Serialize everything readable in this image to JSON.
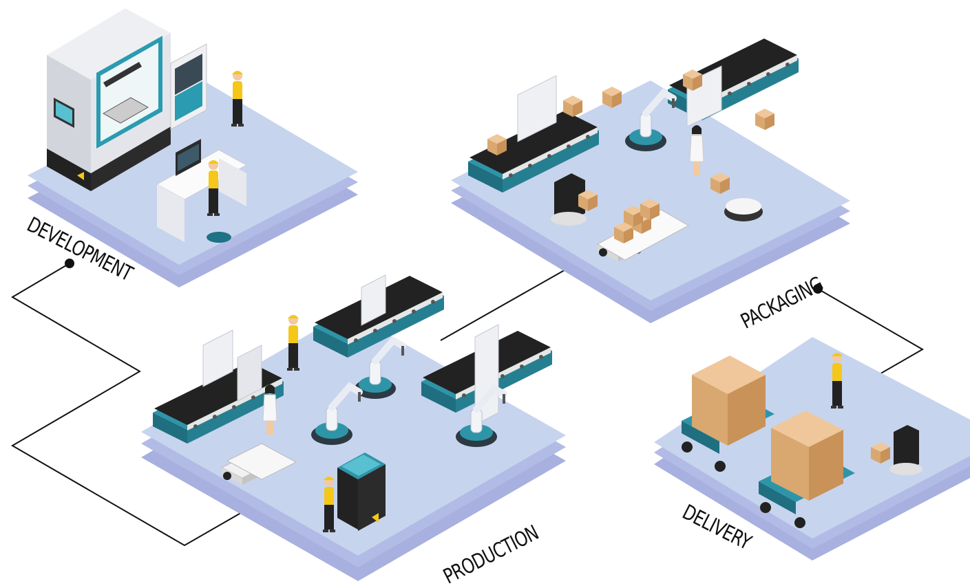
{
  "stages": {
    "development": {
      "label": "DEVELOPMENT"
    },
    "packaging": {
      "label": "PACKAGING"
    },
    "production": {
      "label": "PRODUCTION"
    },
    "delivery": {
      "label": "DELIVERY"
    }
  },
  "colors": {
    "platform_top": "#c7d4ee",
    "platform_side": "#a7b0de",
    "conveyor_teal": "#2e95a8",
    "conveyor_belt": "#222222",
    "box": "#dfb37f",
    "worker_vest": "#f4c718",
    "connector": "#111111"
  }
}
